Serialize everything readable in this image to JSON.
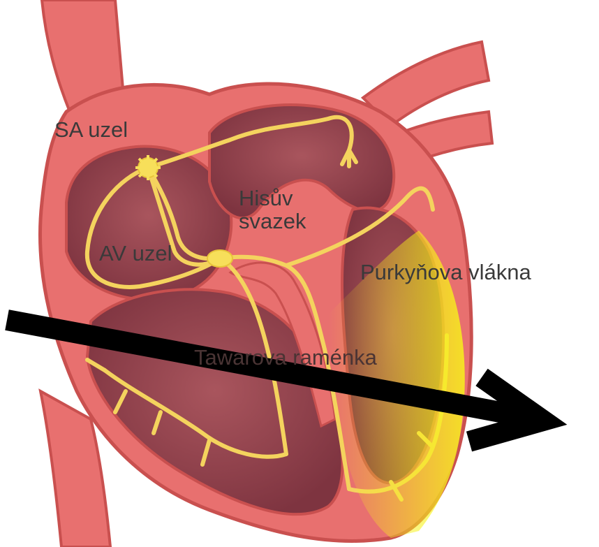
{
  "labels": {
    "sa_node": "SA uzel",
    "his_bundle_line1": "Hisův",
    "his_bundle_line2": "svazek",
    "av_node": "AV uzel",
    "purkinje_fibers": "Purkyňova vlákna",
    "bundle_branches": "Tawarova raménka"
  },
  "colors": {
    "heart_wall": "#e8706f",
    "heart_outline": "#c9504f",
    "chamber_interior": "#9b4a52",
    "conduction_path": "#f4d35e",
    "highlight": "#f7f21a",
    "arrow": "#000000"
  }
}
